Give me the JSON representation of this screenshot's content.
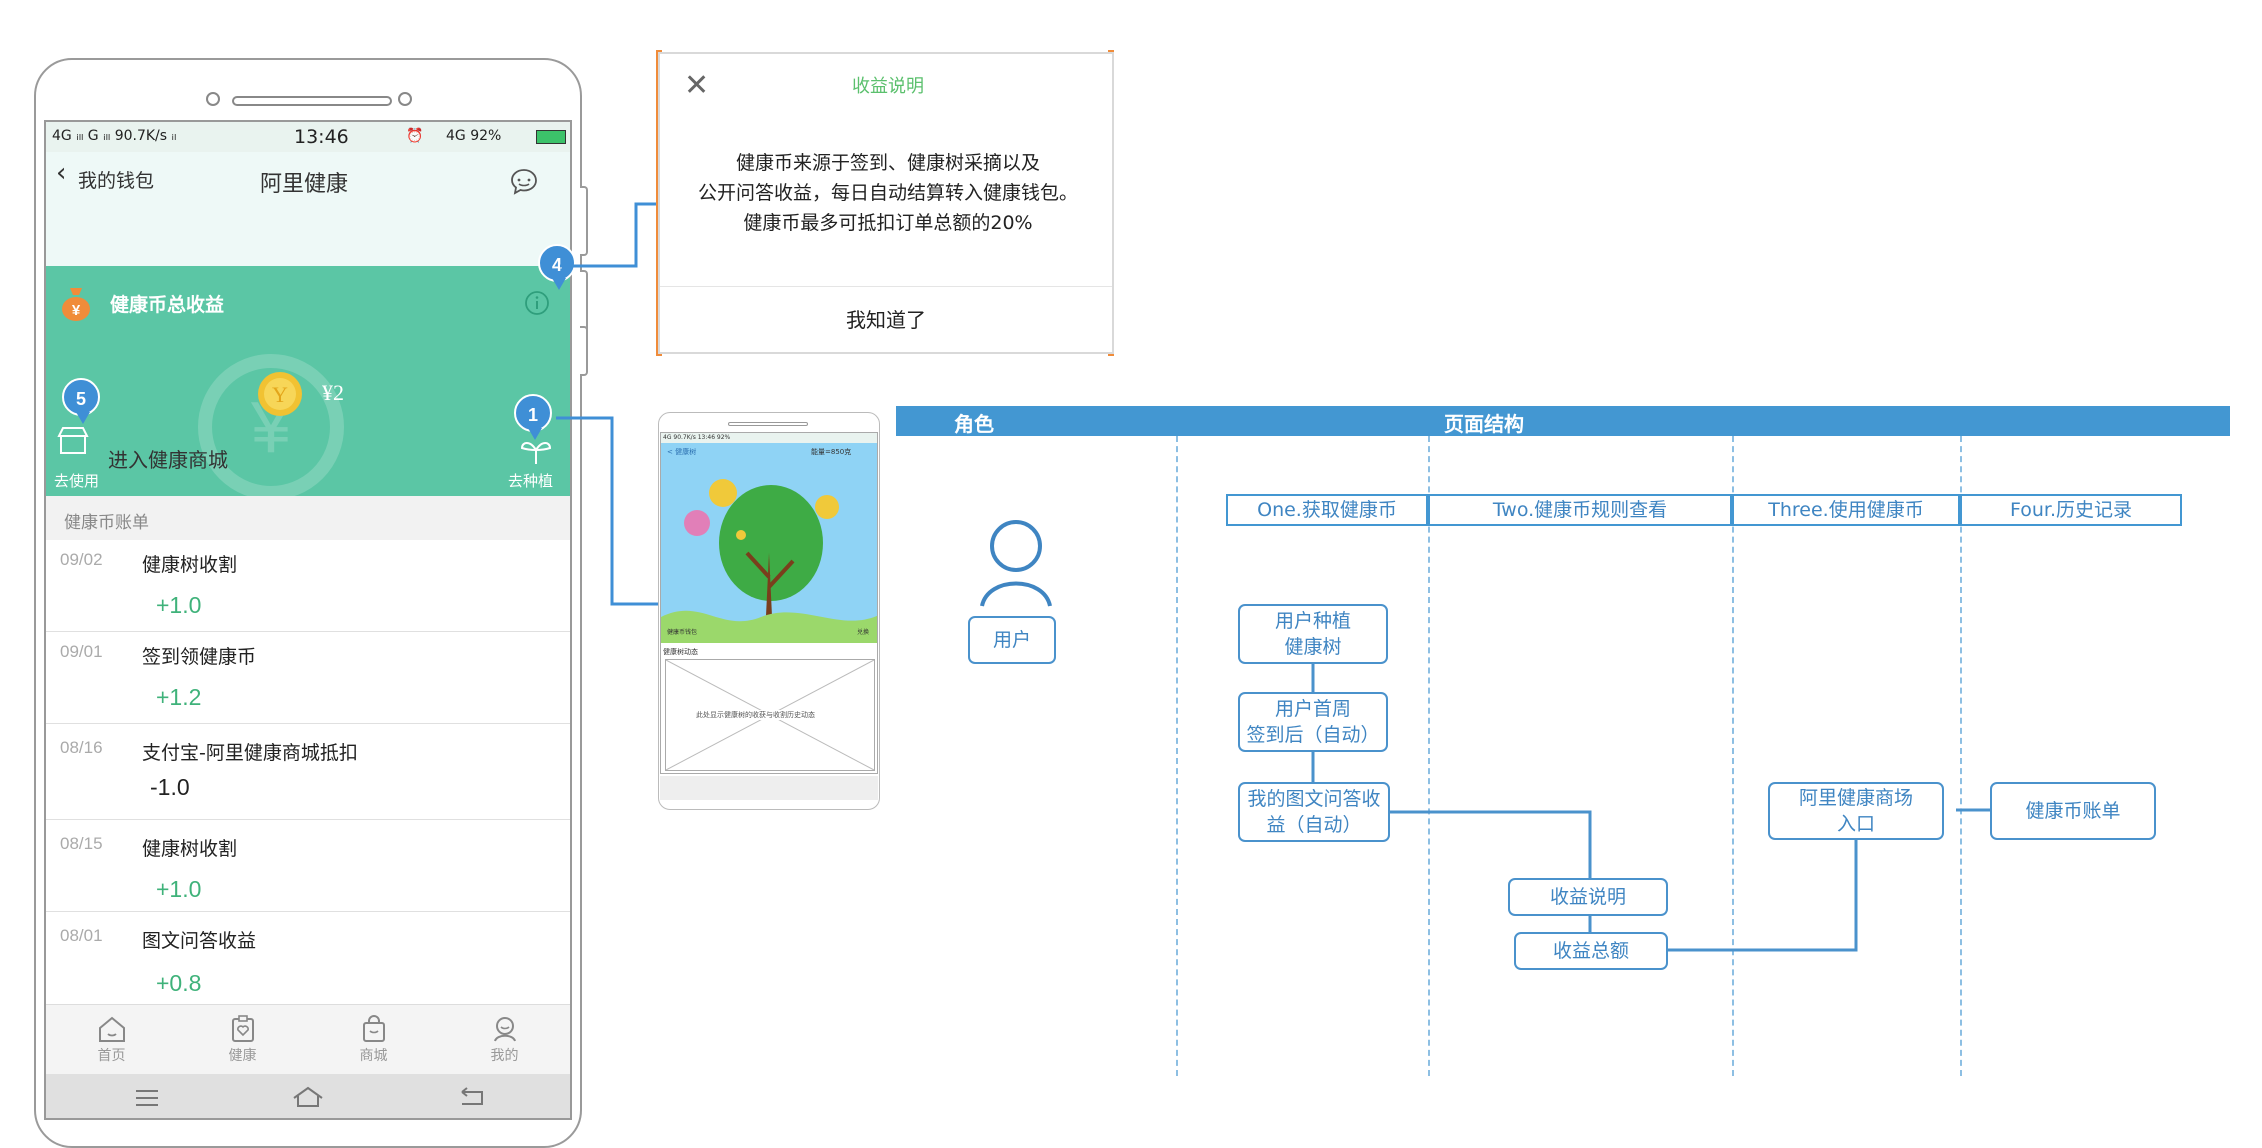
{
  "phone": {
    "status": {
      "left": "4G ᵢₗₗ G ᵢₗₗ 90.7K/s ᵢₗ",
      "time": "13:46",
      "right": "4G 92%"
    },
    "nav": {
      "back_label": "我的钱包",
      "title": "阿里健康"
    },
    "earn": {
      "title": "健康币总收益",
      "amount": "¥2",
      "mall_entry": "进入健康商城",
      "use_label": "去使用",
      "plant_label": "去种植"
    },
    "bill_header": "健康币账单",
    "bills": [
      {
        "date": "09/02",
        "title": "健康树收割",
        "amount": "+1.0"
      },
      {
        "date": "09/01",
        "title": "签到领健康币",
        "amount": "+1.2"
      },
      {
        "date": "08/16",
        "title": "支付宝-阿里健康商城抵扣",
        "amount": "-1.0"
      },
      {
        "date": "08/15",
        "title": "健康树收割",
        "amount": "+1.0"
      },
      {
        "date": "08/01",
        "title": "图文问答收益",
        "amount": "+0.8"
      }
    ],
    "tabs": [
      "首页",
      "健康",
      "商城",
      "我的"
    ],
    "badges": {
      "b1": "1",
      "b4": "4",
      "b5": "5"
    },
    "colors": {
      "accent": "#5bc6a5",
      "positive": "#3fb27a",
      "badge": "#3f8fd6"
    }
  },
  "modal": {
    "title": "收益说明",
    "lines": [
      "健康币来源于签到、健康树采摘以及",
      "公开问答收益，每日自动结算转入健康钱包。",
      "健康币最多可抵扣订单总额的20%"
    ],
    "ok_label": "我知道了"
  },
  "mini": {
    "status": "4G 90.7K/s 13:46 92%",
    "back": "< 健康树",
    "balance": "能量=850克",
    "left_btn": "健康币钱包",
    "right_btn": "兑换",
    "section": "健康树动态",
    "placeholder": "此处显示健康树的收获与收割历史动态"
  },
  "diagram": {
    "header_role": "角色",
    "header_structure": "页面结构",
    "role": "用户",
    "lanes": [
      "One.获取健康币",
      "Two.健康币规则查看",
      "Three.使用健康币",
      "Four.历史记录"
    ],
    "boxes": {
      "plant": [
        "用户种植",
        "健康树"
      ],
      "signin": [
        "用户首周",
        "签到后（自动）"
      ],
      "qa": [
        "我的图文问答收",
        "益（自动）"
      ],
      "explain": "收益说明",
      "total": "收益总额",
      "mall": [
        "阿里健康商场",
        "入口"
      ],
      "bill": "健康币账单"
    }
  }
}
